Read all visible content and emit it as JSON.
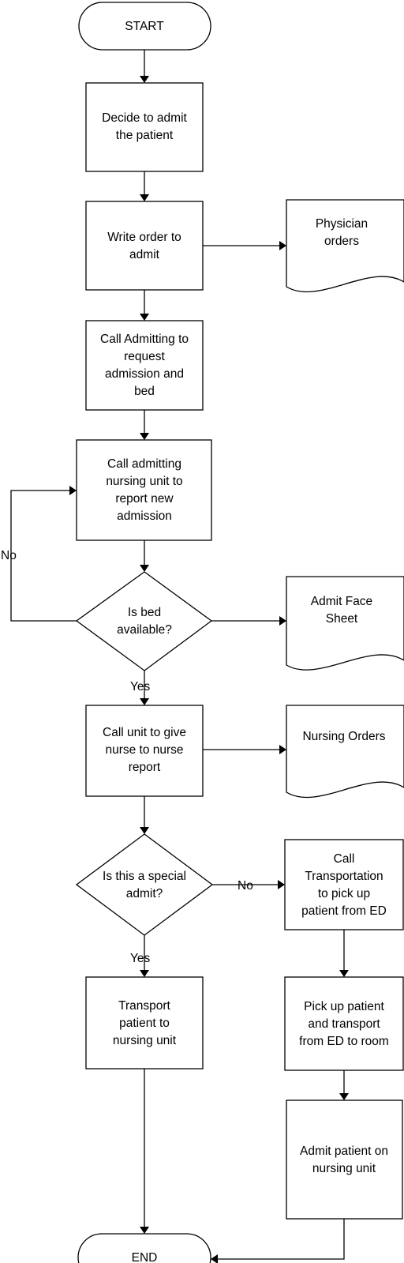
{
  "nodes": {
    "start": [
      "START"
    ],
    "decide": [
      "Decide to admit",
      "the patient"
    ],
    "write_order": [
      "Write order to",
      "admit"
    ],
    "physician_orders": [
      "Physician",
      "orders"
    ],
    "call_admitting": [
      "Call Admitting to",
      "request",
      "admission and",
      "bed"
    ],
    "call_unit_report": [
      "Call admitting",
      "nursing unit to",
      "report new",
      "admission"
    ],
    "bed_available": [
      "Is bed",
      "available?"
    ],
    "admit_face_sheet": [
      "Admit Face",
      "Sheet"
    ],
    "nurse_report": [
      "Call unit to give",
      "nurse to nurse",
      "report"
    ],
    "nursing_orders": [
      "Nursing Orders"
    ],
    "special_admit": [
      "Is this a special",
      "admit?"
    ],
    "call_transport": [
      "Call",
      "Transportation",
      "to pick up",
      "patient from ED"
    ],
    "transport_patient": [
      "Transport",
      "patient to",
      "nursing unit"
    ],
    "pick_up": [
      "Pick up patient",
      "and transport",
      "from ED to room"
    ],
    "admit_on_unit": [
      "Admit patient on",
      "nursing unit"
    ],
    "end": [
      "END"
    ]
  },
  "edge_labels": {
    "bed_no": "No",
    "bed_yes": "Yes",
    "special_no": "No",
    "special_yes": "Yes"
  }
}
